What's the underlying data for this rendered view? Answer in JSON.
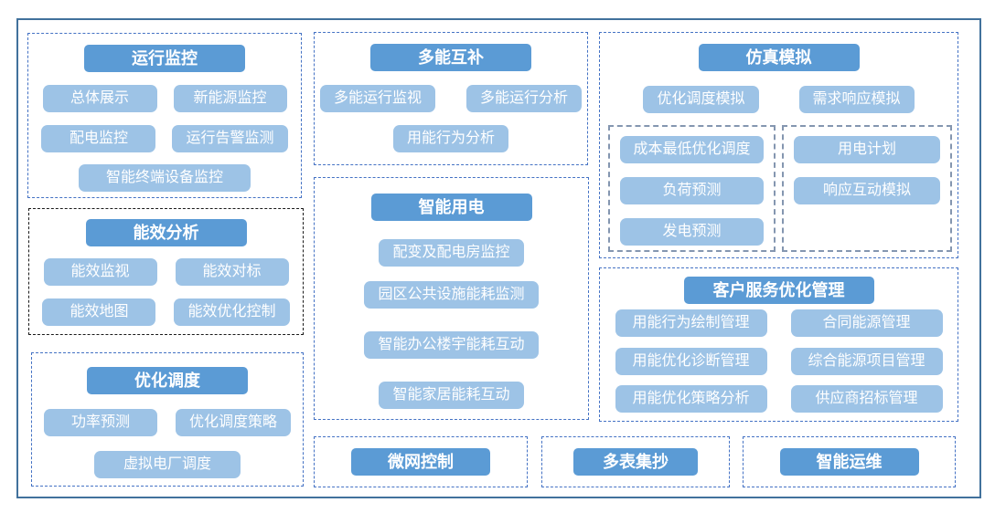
{
  "colors": {
    "header_fill": "#5B9BD5",
    "item_fill": "#9DC3E6",
    "button_text": "#FFFFFF",
    "outer_frame_border": "#41719C",
    "panel_dashed_border": "#4472C4",
    "energy_analysis_dashed_border": "#1A1A1A",
    "nested_dashed_border": "#8496B0",
    "background": "#FFFFFF"
  },
  "panels": {
    "operation_monitoring": {
      "title": "运行监控",
      "items": [
        "总体展示",
        "新能源监控",
        "配电监控",
        "运行告警监测",
        "智能终端设备监控"
      ]
    },
    "energy_analysis": {
      "title": "能效分析",
      "items": [
        "能效监视",
        "能效对标",
        "能效地图",
        "能效优化控制"
      ]
    },
    "optimal_dispatch": {
      "title": "优化调度",
      "items": [
        "功率预测",
        "优化调度策略",
        "虚拟电厂调度"
      ]
    },
    "multi_energy": {
      "title": "多能互补",
      "items": [
        "多能运行监视",
        "多能运行分析",
        "用能行为分析"
      ]
    },
    "smart_electricity": {
      "title": "智能用电",
      "items": [
        "配变及配电房监控",
        "园区公共设施能耗监测",
        "智能办公楼宇能耗互动",
        "智能家居能耗互动"
      ]
    },
    "simulation": {
      "title": "仿真模拟",
      "items": [
        "优化调度模拟",
        "需求响应模拟"
      ],
      "nested_left_items": [
        "成本最低优化调度",
        "负荷预测",
        "发电预测"
      ],
      "nested_right_items": [
        "用电计划",
        "响应互动模拟"
      ]
    },
    "customer_service": {
      "title": "客户服务优化管理",
      "items": [
        "用能行为绘制管理",
        "合同能源管理",
        "用能优化诊断管理",
        "综合能源项目管理",
        "用能优化策略分析",
        "供应商招标管理"
      ]
    },
    "microgrid_control": {
      "title": "微网控制"
    },
    "multi_meter_reading": {
      "title": "多表集抄"
    },
    "smart_operation_maintenance": {
      "title": "智能运维"
    }
  }
}
